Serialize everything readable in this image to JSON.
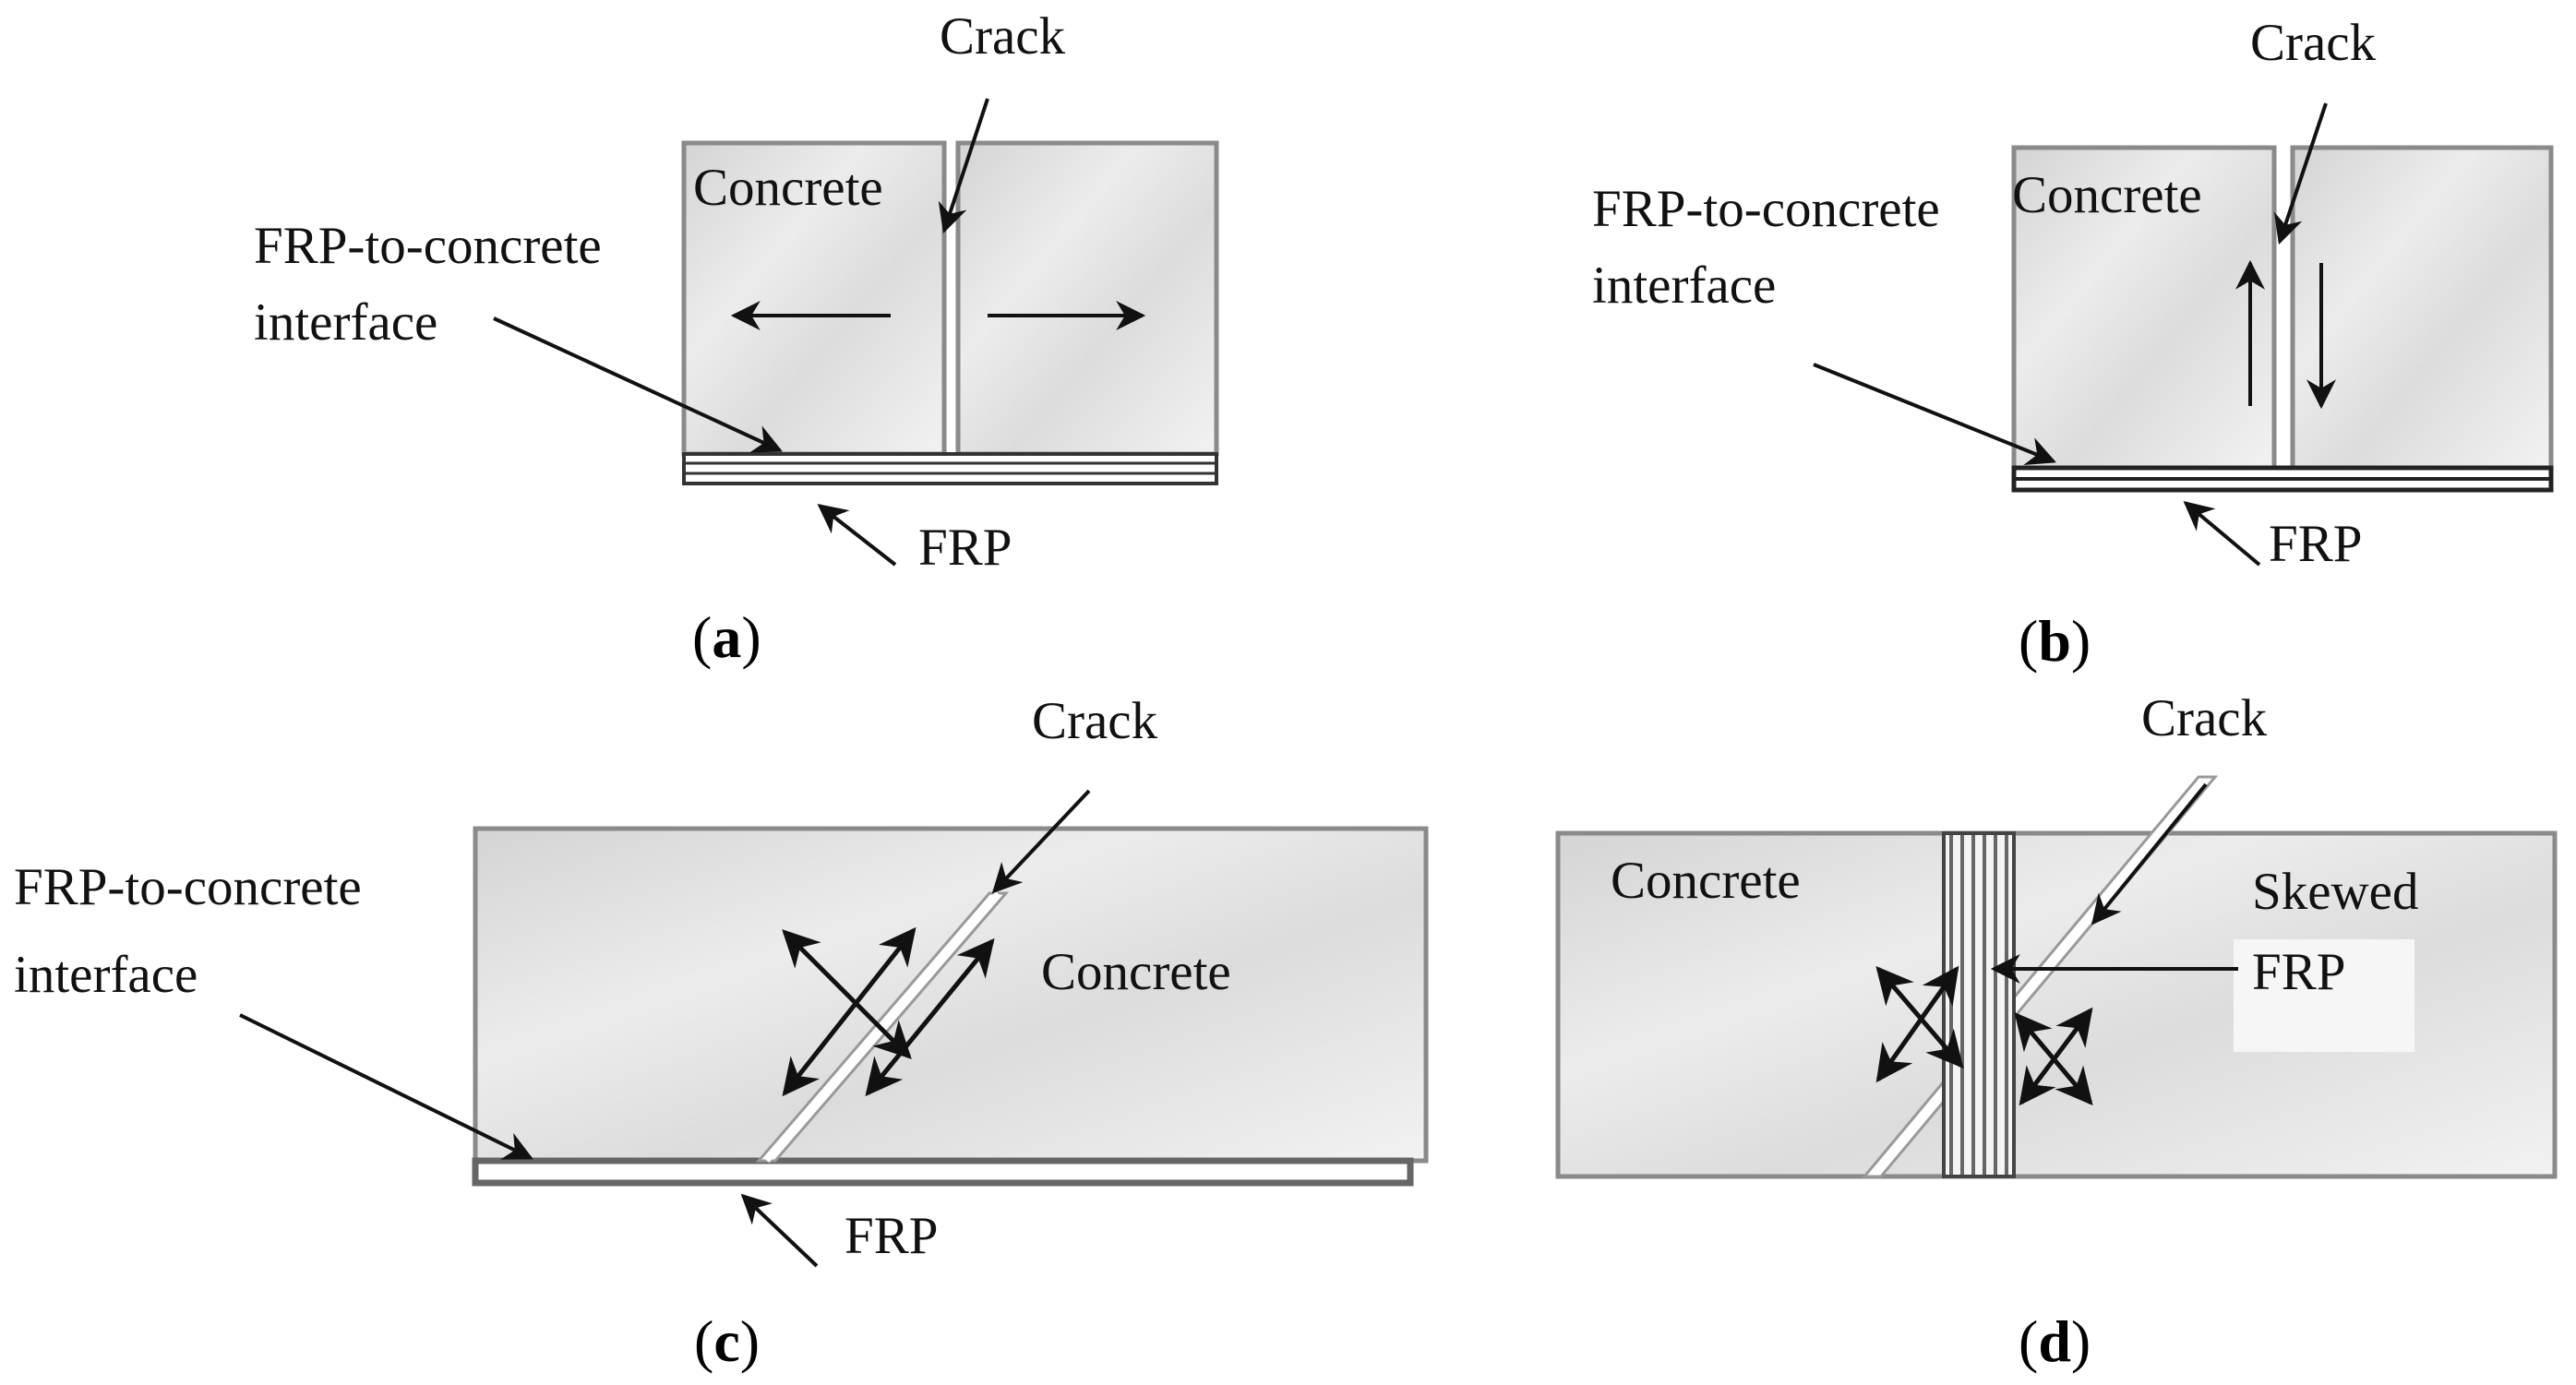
{
  "labels": {
    "crack": "Crack",
    "concrete": "Concrete",
    "interface_line1": "FRP-to-concrete",
    "interface_line2": "interface",
    "frp": "FRP",
    "skewed": "Skewed"
  },
  "captions": {
    "a": "a",
    "b": "b",
    "c": "c",
    "d": "d"
  },
  "colors": {
    "concrete_fill": "#e4e4e4",
    "outline": "#8a8a8a",
    "frp": "#555555",
    "arrow": "#111111"
  }
}
